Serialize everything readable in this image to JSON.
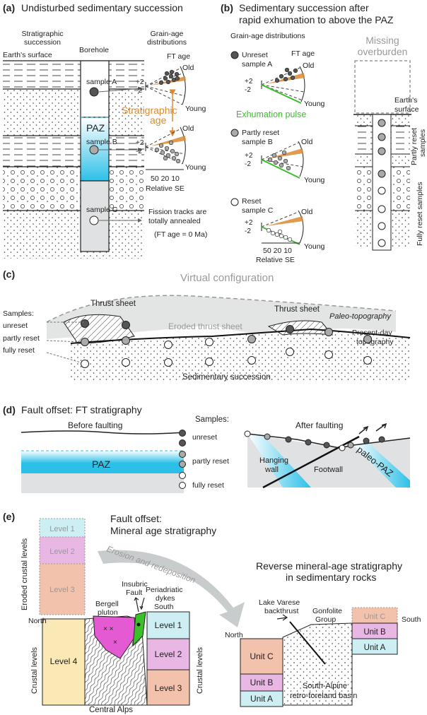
{
  "panel_a": {
    "tag": "(a)",
    "title": "Undisturbed sedimentary succession",
    "strat_label_1": "Stratigraphic",
    "strat_label_2": "succession",
    "earth_surface": "Earth's surface",
    "borehole": "Borehole",
    "grain_label_1": "Grain-age",
    "grain_label_2": "distributions",
    "ft_age": "FT age",
    "sample_a": "sample A",
    "sample_b": "sample B",
    "sample_c": "sample C",
    "paz": "PAZ",
    "old": "Old",
    "young": "Young",
    "plus2": "+2",
    "minus2": "-2",
    "strat_age_1": "Stratigraphic",
    "strat_age_2": "age",
    "se_ticks": "50 20 10",
    "relative_se": "Relative SE",
    "annealed_1": "Fission tracks are",
    "annealed_2": "totally annealed",
    "annealed_3": "(FT age = 0 Ma)"
  },
  "panel_b": {
    "tag": "(b)",
    "title_1": "Sedimentary succession after",
    "title_2": "rapid exhumation to above the PAZ",
    "grain_label": "Grain-age distributions",
    "missing_1": "Missing",
    "missing_2": "overburden",
    "unreset_1": "Unreset",
    "unreset_2": "sample A",
    "ft_age": "FT age",
    "old": "Old",
    "young": "Young",
    "plus2": "+2",
    "minus2": "-2",
    "exhumation": "Exhumation pulse",
    "earth_1": "Earth's",
    "earth_2": "surface",
    "partly_1": "Partly reset",
    "partly_2": "sample B",
    "reset_1": "Reset",
    "reset_2": "sample C",
    "se_ticks": "50 20 10",
    "relative_se": "Relative SE",
    "partly_reset_samples_1": "Partly reset",
    "partly_reset_samples_2": "samples",
    "fully_reset_samples": "Fully reset samples"
  },
  "panel_c": {
    "tag": "(c)",
    "virtual": "Virtual configuration",
    "samples": "Samples:",
    "unreset": "unreset",
    "partly_reset": "partly reset",
    "fully_reset": "fully reset",
    "thrust_sheet": "Thrust sheet",
    "eroded": "Eroded thrust sheet",
    "paleo": "Paleo-topography",
    "present_1": "Present-day",
    "present_2": "topography",
    "sed_succession": "Sedimentary succession"
  },
  "panel_d": {
    "tag": "(d)",
    "title": "Fault offset: FT stratigraphy",
    "before": "Before faulting",
    "samples": "Samples:",
    "unreset": "unreset",
    "partly_reset": "partly reset",
    "fully_reset": "fully reset",
    "paz": "PAZ",
    "after": "After faulting",
    "hanging_1": "Hanging",
    "hanging_2": "wall",
    "footwall": "Footwall",
    "paleo_paz": "paleo-PAZ"
  },
  "panel_e": {
    "tag": "(e)",
    "title_1": "Fault offset:",
    "title_2": "Mineral age stratigraphy",
    "eroded_levels": "Eroded crustal levels",
    "crustal_levels": "Crustal levels",
    "level1": "Level 1",
    "level2": "Level 2",
    "level3": "Level 3",
    "level4": "Level 4",
    "erosion": "Erosion and redeposition",
    "north": "North",
    "south": "South",
    "bergell_1": "Bergell",
    "bergell_2": "pluton",
    "insubric_1": "Insubric",
    "insubric_2": "Fault",
    "periadriatic_1": "Periadriatic",
    "periadriatic_2": "dykes",
    "central_alps": "Central Alps",
    "reverse_1": "Reverse mineral-age stratigraphy",
    "reverse_2": "in sedimentary rocks",
    "varese_1": "Lake Varese",
    "varese_2": "backthrust",
    "gonfolite_1": "Gonfolite",
    "gonfolite_2": "Group",
    "unit_a": "Unit A",
    "unit_b": "Unit B",
    "unit_c": "Unit C",
    "south_alpine_1": "South-Alpine",
    "south_alpine_2": "retro-foreland basin"
  },
  "colors": {
    "orange": "#d98a33",
    "green": "#3bbf2a",
    "paz_cyan": "#2cc0e8",
    "level1": "#cdeef2",
    "level2": "#e9b7e4",
    "level3": "#f3c2ac",
    "level4": "#fae8b5",
    "pluton": "#e45ad2"
  }
}
